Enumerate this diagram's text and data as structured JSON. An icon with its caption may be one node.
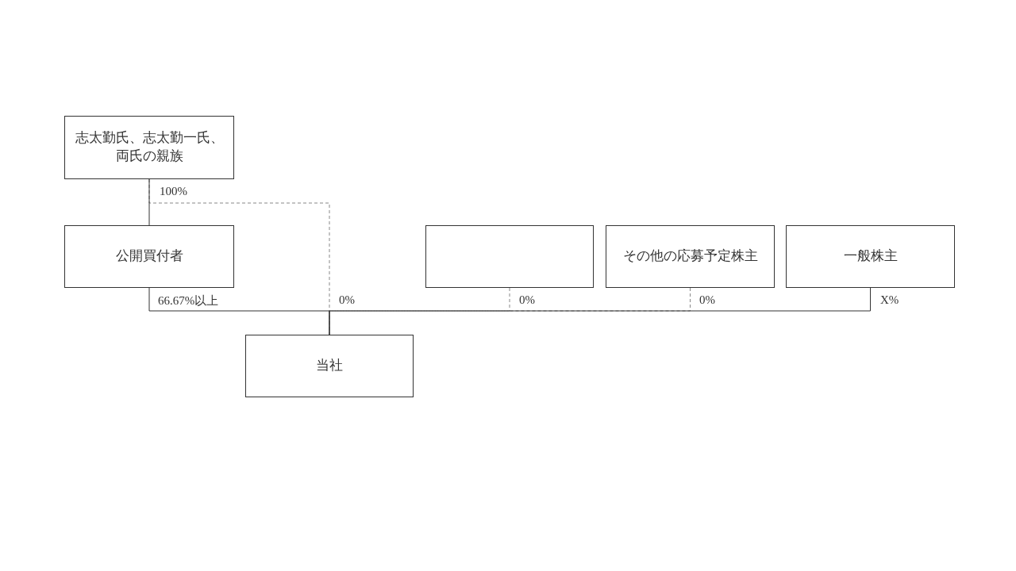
{
  "diagram": {
    "nodes": [
      {
        "text": [
          "志太勤氏、志太勤一氏、両氏の親族"
        ]
      },
      {
        "text": [
          "公開買付者"
        ]
      },
      {
        "text": [],
        "shape": "box"
      },
      {
        "text": [
          "その他の応募予定株主"
        ]
      },
      {
        "text": [
          "一般株主"
        ]
      },
      {
        "text": [
          "当社"
        ]
      }
    ],
    "edges": [
      {
        "from": 0,
        "to": 1,
        "arrow": "none",
        "label": "100%"
      },
      {
        "from": 0,
        "to": 5,
        "arrow": "none",
        "label": "0%",
        "style": "dashed",
        "color": "#888888"
      },
      {
        "from": 1,
        "to": 5,
        "arrow": "none",
        "label": "66.67%以上"
      },
      {
        "from": 2,
        "to": 5,
        "arrow": "none",
        "label": "0%",
        "style": "dashed",
        "color": "#888888"
      },
      {
        "from": 3,
        "to": 5,
        "arrow": "none",
        "label": "0%",
        "style": "dashed",
        "color": "#888888"
      },
      {
        "from": 4,
        "to": 5,
        "arrow": "none",
        "label": "X%"
      }
    ]
  }
}
